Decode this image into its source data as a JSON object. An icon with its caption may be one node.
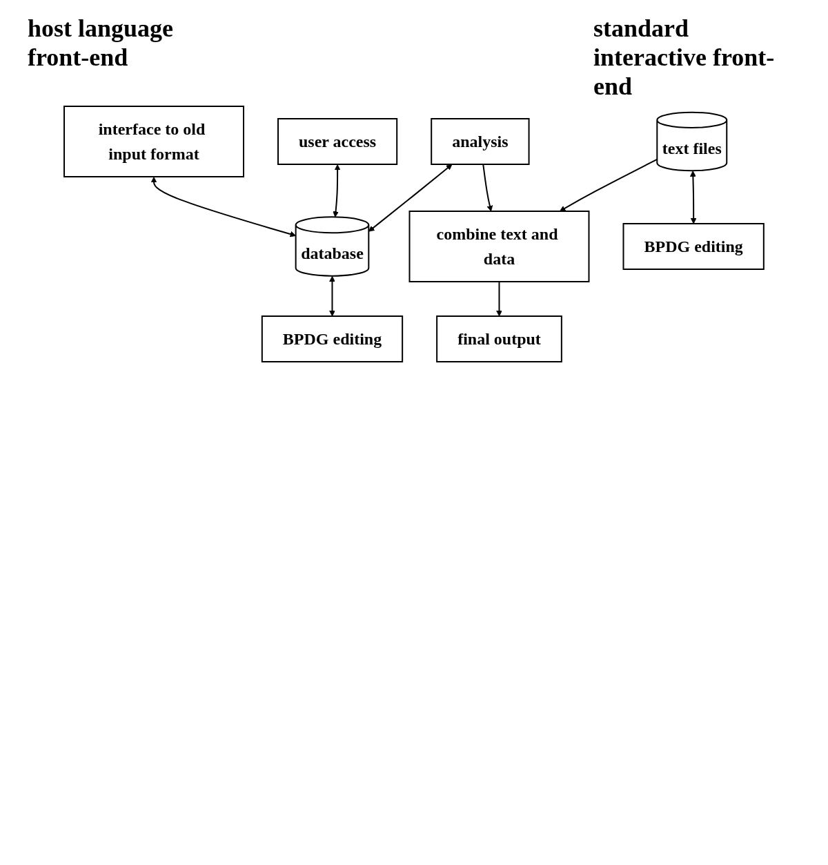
{
  "diagram": {
    "nodes": [
      {
        "text": [
          "interface to old input format"
        ]
      },
      {
        "text": [
          "user access"
        ]
      },
      {
        "text": [
          "database"
        ]
      },
      {
        "text": [
          "analysis"
        ]
      },
      {
        "text": [
          "BPDG editing"
        ]
      },
      {
        "text": [
          "text files"
        ]
      },
      {
        "text": [
          "BPDG editing"
        ]
      },
      {
        "text": [
          "combine text and data"
        ]
      },
      {
        "text": [
          "final output"
        ]
      }
    ],
    "edges": [
      {
        "from": 0,
        "to": 2,
        "arrow": "both"
      },
      {
        "from": 1,
        "to": 2,
        "arrow": "both"
      },
      {
        "from": 3,
        "to": 2,
        "arrow": "both"
      },
      {
        "from": 2,
        "to": 4,
        "arrow": "both"
      },
      {
        "from": 3,
        "to": 7,
        "arrow": "to"
      },
      {
        "from": 5,
        "to": 7,
        "arrow": "to"
      },
      {
        "from": 5,
        "to": 6,
        "arrow": "both"
      },
      {
        "from": 7,
        "to": 8,
        "arrow": "to"
      }
    ],
    "labels": [
      "host language front-end",
      "standard interactive front-end"
    ]
  }
}
